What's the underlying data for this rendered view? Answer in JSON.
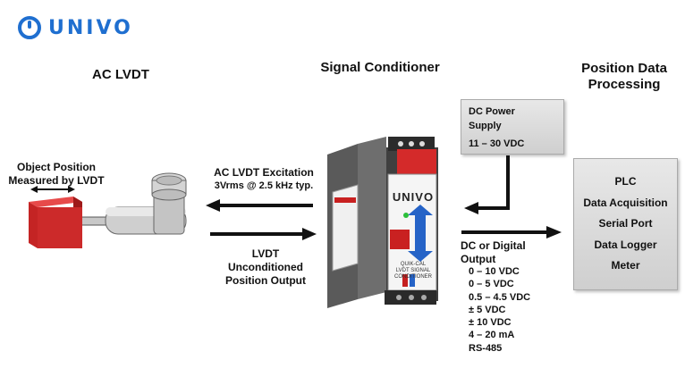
{
  "brand": {
    "name": "UNIVO",
    "color": "#1f6fd0"
  },
  "headings": {
    "lvdt": "AC LVDT",
    "conditioner": "Signal Conditioner",
    "processing_line1": "Position Data",
    "processing_line2": "Processing"
  },
  "lvdt": {
    "object_line1": "Object Position",
    "object_line2": "Measured by LVDT"
  },
  "excitation": {
    "line1": "AC LVDT Excitation",
    "line2": "3Vrms @ 2.5 kHz typ."
  },
  "unconditioned": {
    "line1": "LVDT",
    "line2": "Unconditioned",
    "line3": "Position Output"
  },
  "power": {
    "line1": "DC Power",
    "line2": "Supply",
    "voltage": "11 – 30 VDC"
  },
  "output": {
    "title_line1": "DC or Digital",
    "title_line2": "Output",
    "items": [
      "0 – 10 VDC",
      "0 – 5 VDC",
      "0.5 – 4.5 VDC",
      "± 5 VDC",
      "± 10 VDC",
      "4 – 20 mA",
      "RS-485"
    ]
  },
  "processing": {
    "items": [
      "PLC",
      "Data Acquisition",
      "Serial Port",
      "Data Logger",
      "Meter"
    ]
  },
  "device": {
    "brand": "UNIVO",
    "label_line1": "LVDT SIGNAL",
    "label_line2": "CONDITIONER",
    "label_logo": "Q",
    "label_logo_rest": "UIK-CAL"
  }
}
